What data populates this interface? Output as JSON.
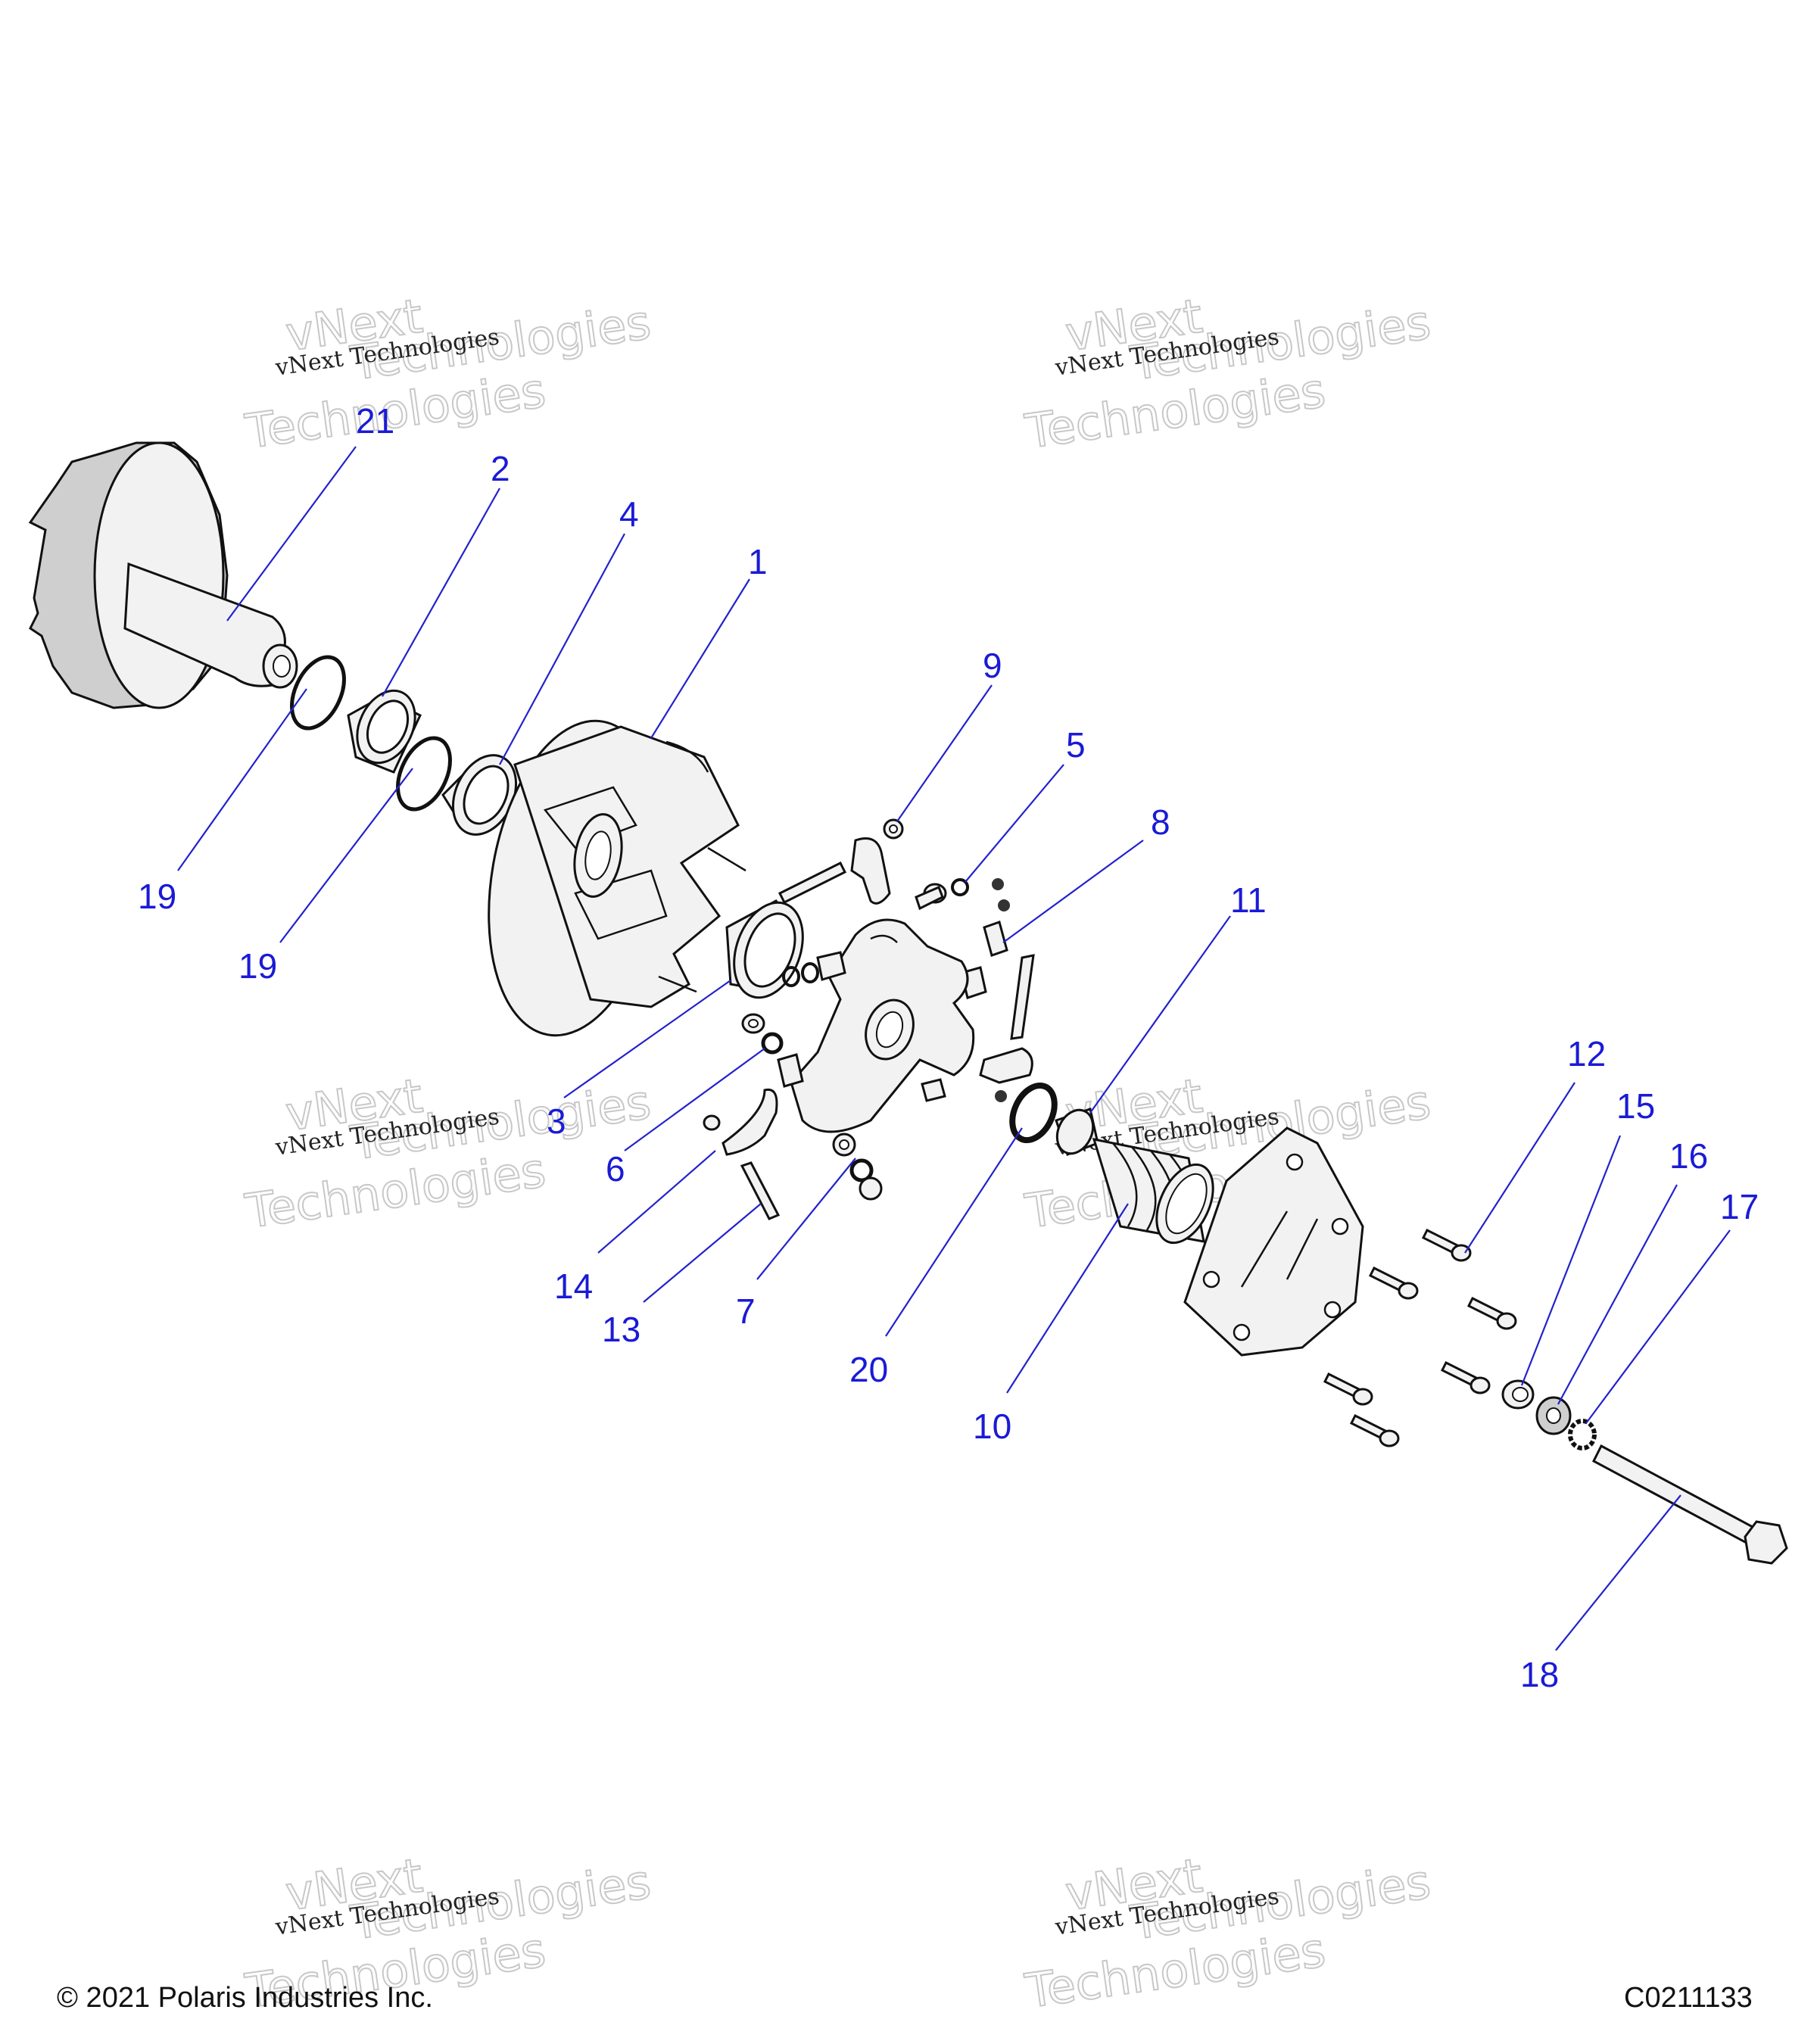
{
  "footer": {
    "copyright": "© 2021 Polaris Industries Inc.",
    "drawing_id": "C0211133"
  },
  "watermark": {
    "line1": "vNext Technologies",
    "line2": "vNext",
    "line3": "Technologies"
  },
  "callouts": [
    {
      "id": "c21",
      "label": "21"
    },
    {
      "id": "c2",
      "label": "2"
    },
    {
      "id": "c4",
      "label": "4"
    },
    {
      "id": "c1",
      "label": "1"
    },
    {
      "id": "c9",
      "label": "9"
    },
    {
      "id": "c5",
      "label": "5"
    },
    {
      "id": "c8",
      "label": "8"
    },
    {
      "id": "c11",
      "label": "11"
    },
    {
      "id": "c19a",
      "label": "19"
    },
    {
      "id": "c19b",
      "label": "19"
    },
    {
      "id": "c3",
      "label": "3"
    },
    {
      "id": "c6",
      "label": "6"
    },
    {
      "id": "c14",
      "label": "14"
    },
    {
      "id": "c13",
      "label": "13"
    },
    {
      "id": "c7",
      "label": "7"
    },
    {
      "id": "c20",
      "label": "20"
    },
    {
      "id": "c10",
      "label": "10"
    },
    {
      "id": "c12",
      "label": "12"
    },
    {
      "id": "c15",
      "label": "15"
    },
    {
      "id": "c16",
      "label": "16"
    },
    {
      "id": "c17",
      "label": "17"
    },
    {
      "id": "c18",
      "label": "18"
    }
  ],
  "colors": {
    "callout": "#1a1ad6",
    "leader": "#2222cc",
    "line": "#111111"
  }
}
